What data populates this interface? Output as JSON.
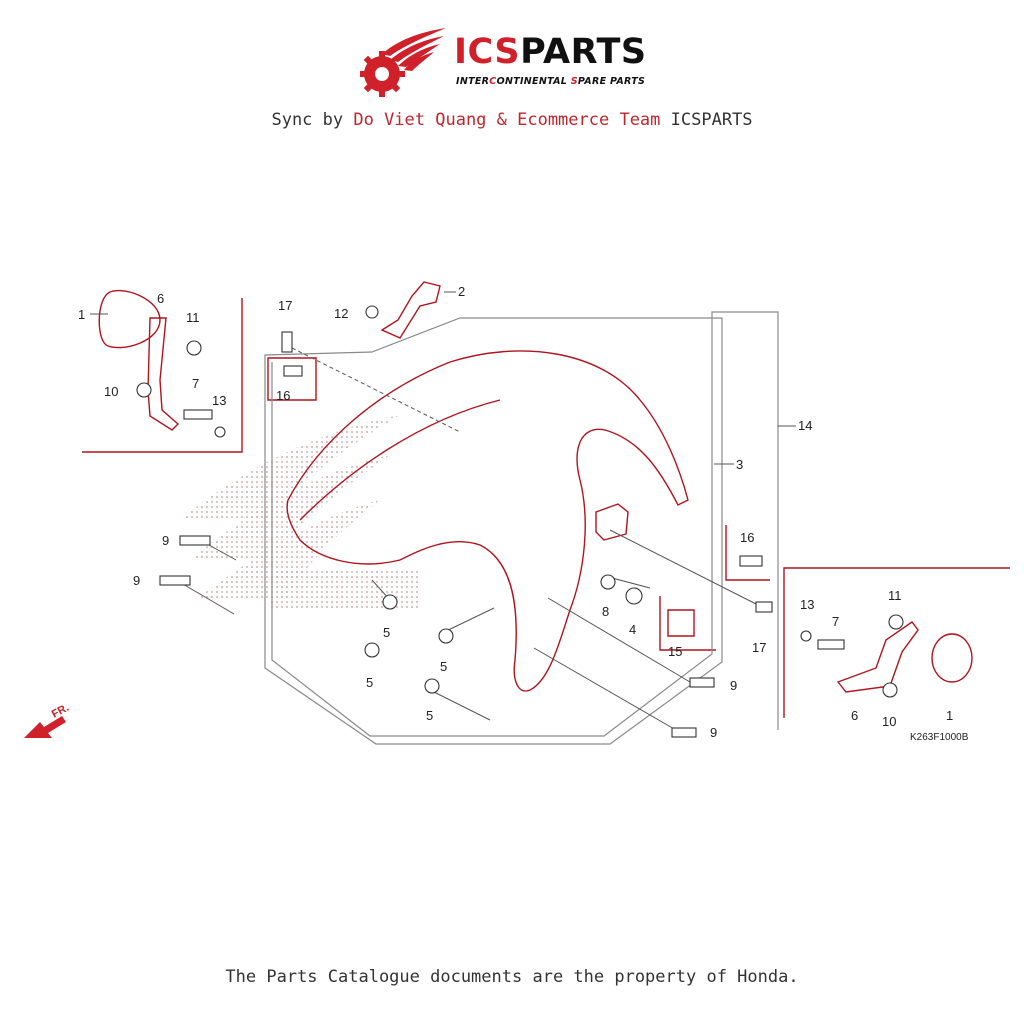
{
  "header": {
    "brand_prefix": "ICS",
    "brand_suffix": "PARTS",
    "tagline_parts": [
      "INTER",
      "C",
      "ONTINENTAL ",
      "S",
      "PARE PARTS"
    ],
    "sync_prefix": "Sync by ",
    "sync_author": "Do Viet Quang & Ecommerce Team",
    "sync_suffix": " ICSPARTS"
  },
  "diagram": {
    "callouts": [
      "1",
      "2",
      "3",
      "4",
      "5",
      "6",
      "7",
      "8",
      "9",
      "10",
      "11",
      "12",
      "13",
      "14",
      "15",
      "16",
      "17"
    ],
    "figure_code": "K263F1000B",
    "direction_label": "FR."
  },
  "footer": {
    "notice": "The Parts Catalogue documents are the property of Honda."
  },
  "colors": {
    "brand_red": "#d0202a",
    "line_red": "#b0141e",
    "text_dark": "#333333"
  }
}
